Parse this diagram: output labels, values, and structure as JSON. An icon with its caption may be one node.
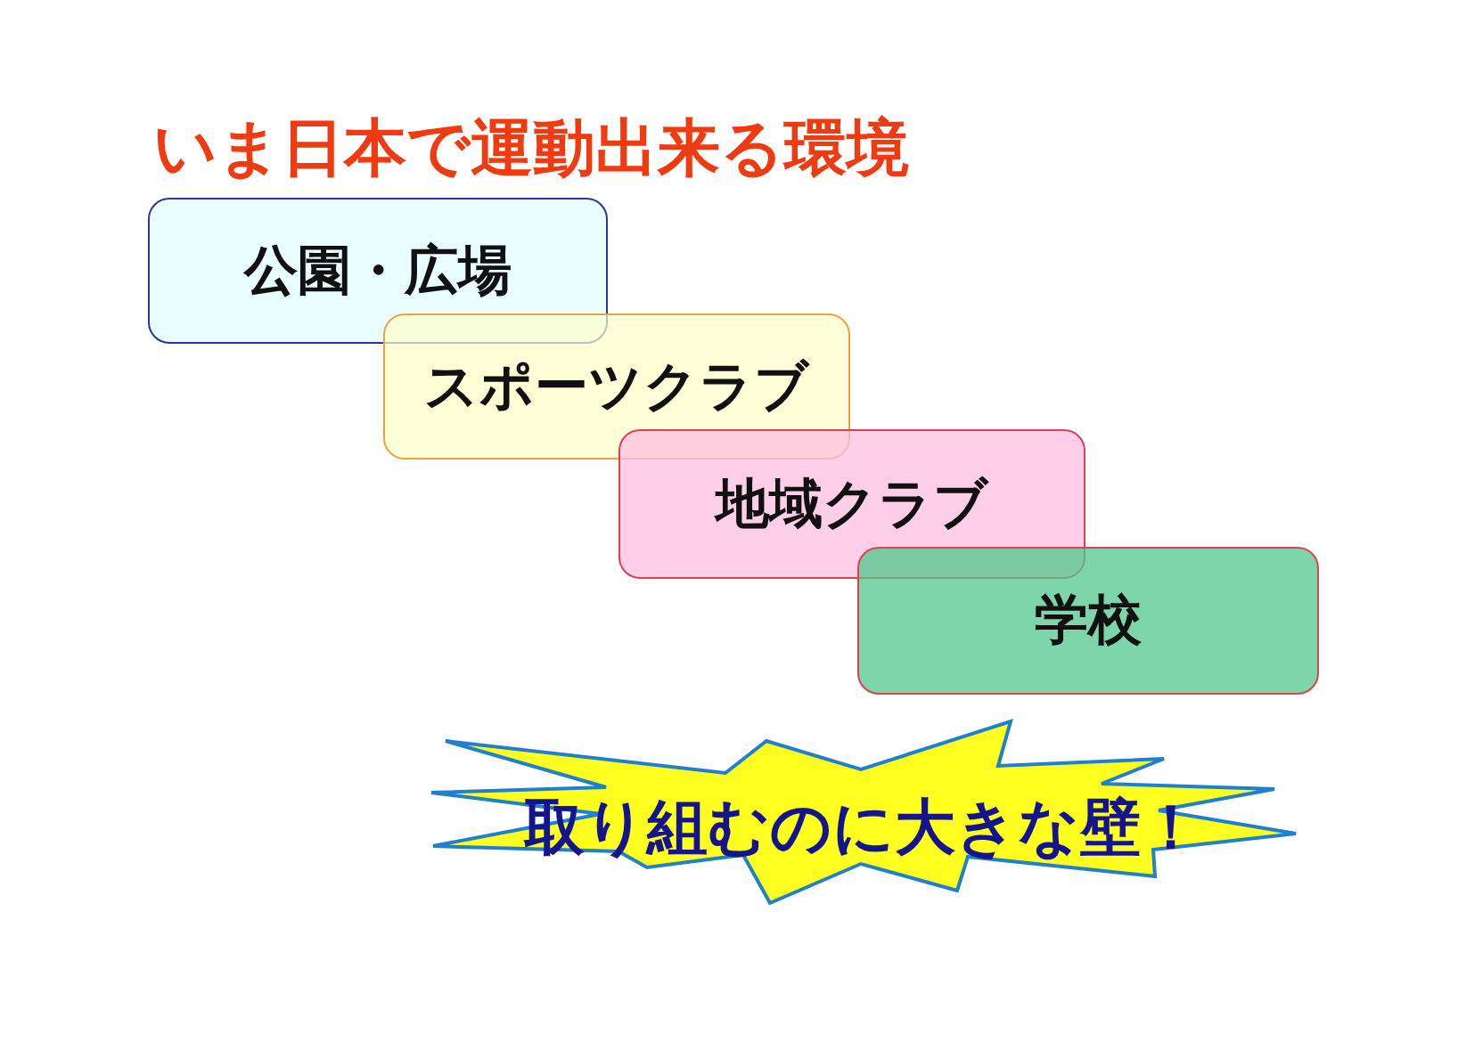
{
  "diagram": {
    "title": "いま日本で運動出来る環境",
    "nodes": [
      {
        "text": [
          "公園・広場"
        ]
      },
      {
        "text": [
          "スポーツクラブ"
        ]
      },
      {
        "text": [
          "地域クラブ"
        ]
      },
      {
        "text": [
          "学校"
        ]
      },
      {
        "text": [
          "取り組むのに大きな壁！"
        ]
      }
    ]
  }
}
